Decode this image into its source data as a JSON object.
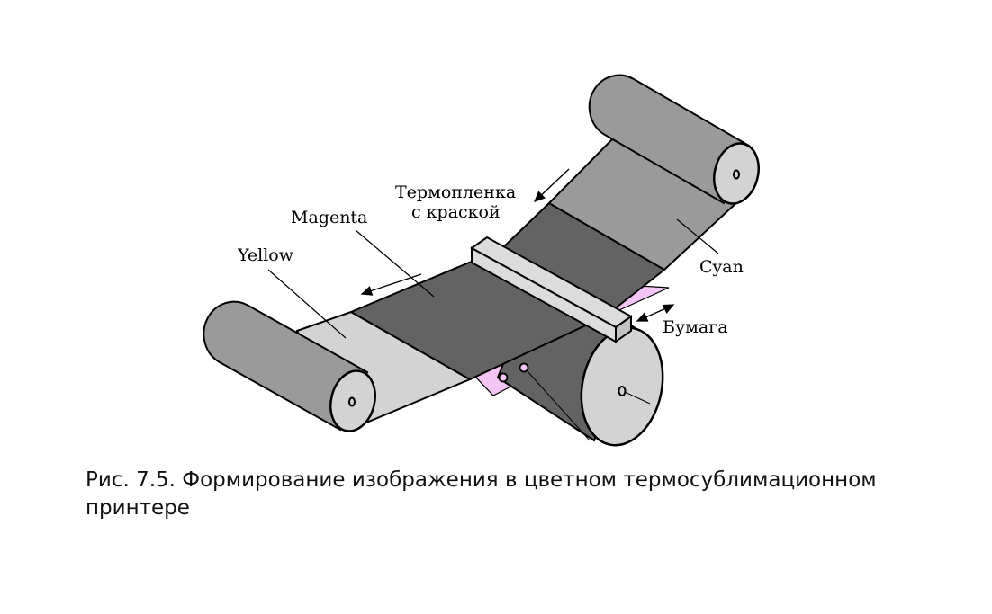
{
  "labels": {
    "yellow": "Yellow",
    "magenta": "Magenta",
    "film_line1": "Термопленка",
    "film_line2": "с краской",
    "cyan": "Cyan",
    "paper": "Бумага"
  },
  "caption": "Рис. 7.5. Формирование изображения в цветном термосублимационном принтере",
  "colors": {
    "roller": "#9a9a9a",
    "roller_end": "#d3d3d3",
    "yellow_panel": "#d3d3d3",
    "magenta_panel": "#636363",
    "cyan_panel": "#9a9a9a",
    "paper": "#f5c6f5",
    "print_head": "#dcdcdc"
  }
}
